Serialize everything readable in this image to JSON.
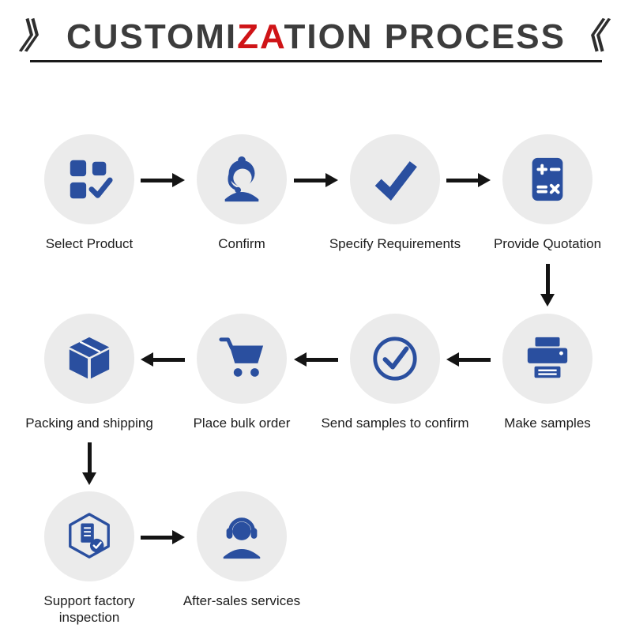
{
  "colors": {
    "blue": "#2a4f9f",
    "circle": "#ebebeb",
    "arrow": "#141414",
    "title": "#3c3c3c",
    "red": "#cf1417",
    "label": "#1d1d1d"
  },
  "title": {
    "left_decor": "》",
    "right_decor": "《",
    "segments": [
      {
        "text": "CUSTOMI"
      },
      {
        "text": "ZA"
      },
      {
        "text": "TION PROCESS"
      }
    ]
  },
  "steps": [
    {
      "label": "Select Product",
      "icon": "product-grid-icon"
    },
    {
      "label": "Confirm",
      "icon": "customer-service-icon"
    },
    {
      "label": "Specify Requirements",
      "icon": "checkmark-icon"
    },
    {
      "label": "Provide Quotation",
      "icon": "calculator-icon"
    },
    {
      "label": "Make samples",
      "icon": "printer-icon"
    },
    {
      "label": "Send samples to confirm",
      "icon": "circle-check-icon"
    },
    {
      "label": "Place bulk order",
      "icon": "cart-icon"
    },
    {
      "label": "Packing and shipping",
      "icon": "package-box-icon"
    },
    {
      "label": "Support factory inspection",
      "icon": "factory-inspection-icon"
    },
    {
      "label": "After-sales services",
      "icon": "headset-person-icon"
    }
  ],
  "flow_order": [
    "Select Product",
    "Confirm",
    "Specify Requirements",
    "Provide Quotation",
    "Make samples",
    "Send samples to confirm",
    "Place bulk order",
    "Packing and shipping",
    "Support factory inspection",
    "After-sales services"
  ]
}
